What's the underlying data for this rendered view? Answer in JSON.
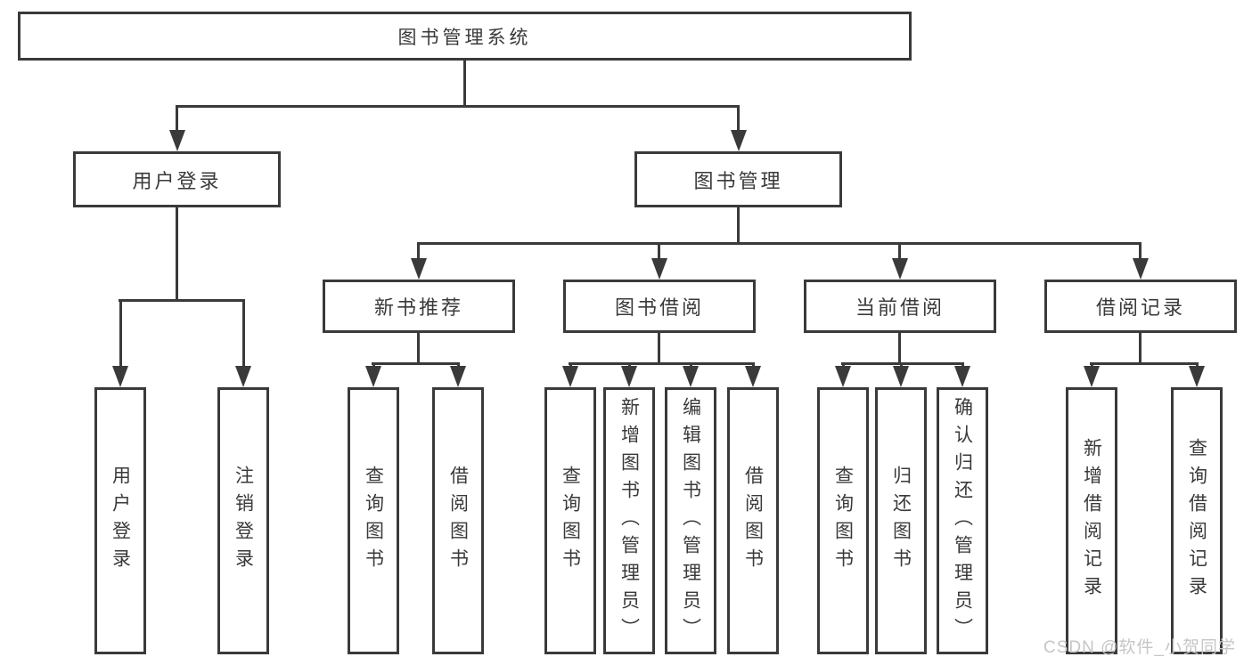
{
  "tree": {
    "root": {
      "label": "图书管理系统",
      "children": [
        {
          "label": "用户登录",
          "children": [
            {
              "label": "用户登录"
            },
            {
              "label": "注销登录"
            }
          ]
        },
        {
          "label": "图书管理",
          "children": [
            {
              "label": "新书推荐",
              "children": [
                {
                  "label": "查询图书"
                },
                {
                  "label": "借阅图书"
                }
              ]
            },
            {
              "label": "图书借阅",
              "children": [
                {
                  "label": "查询图书"
                },
                {
                  "label": "新增图书（管理员）"
                },
                {
                  "label": "编辑图书（管理员）"
                },
                {
                  "label": "借阅图书"
                }
              ]
            },
            {
              "label": "当前借阅",
              "children": [
                {
                  "label": "查询图书"
                },
                {
                  "label": "归还图书"
                },
                {
                  "label": "确认归还（管理员）"
                }
              ]
            },
            {
              "label": "借阅记录",
              "children": [
                {
                  "label": "新增借阅记录"
                },
                {
                  "label": "查询借阅记录"
                }
              ]
            }
          ]
        }
      ]
    }
  },
  "watermark": {
    "text": "CSDN @软件_小贺同学"
  },
  "colors": {
    "line": "#3a3a3a",
    "text": "#3a3a3a",
    "watermark": "#c6c6c6",
    "background": "#ffffff"
  }
}
